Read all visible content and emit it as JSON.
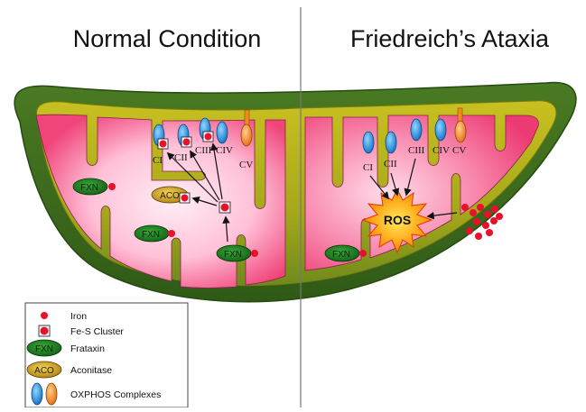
{
  "titles": {
    "left": "Normal Condition",
    "right": "Friedreich’s Ataxia"
  },
  "complex_labels": {
    "ci": "CI",
    "cii": "CII",
    "ciii": "CIII",
    "civ": "CIV",
    "cv": "CV"
  },
  "molecule_labels": {
    "frataxin": "FXN",
    "aconitase": "ACO",
    "ros": "ROS"
  },
  "legend": [
    {
      "icon": "iron-icon",
      "label": "Iron"
    },
    {
      "icon": "fe-s-cluster-icon",
      "label": "Fe-S Cluster"
    },
    {
      "icon": "frataxin-icon",
      "label": "Frataxin"
    },
    {
      "icon": "aconitase-icon",
      "label": "Aconitase"
    },
    {
      "icon": "oxphos-complexes-icon",
      "label": "OXPHOS Complexes"
    }
  ],
  "colors": {
    "outer_membrane": "#3d6b1f",
    "inner_membrane": "#b9b21a",
    "matrix": "#f0457a",
    "matrix_light": "#ffd6ea",
    "iron": "#e8102a",
    "frataxin": "#1f7a22",
    "aconitase": "#c9a21e",
    "complex_blue": "#1d8fe0",
    "complex_orange": "#f07a18",
    "ros_burst": "#ff9a10"
  }
}
